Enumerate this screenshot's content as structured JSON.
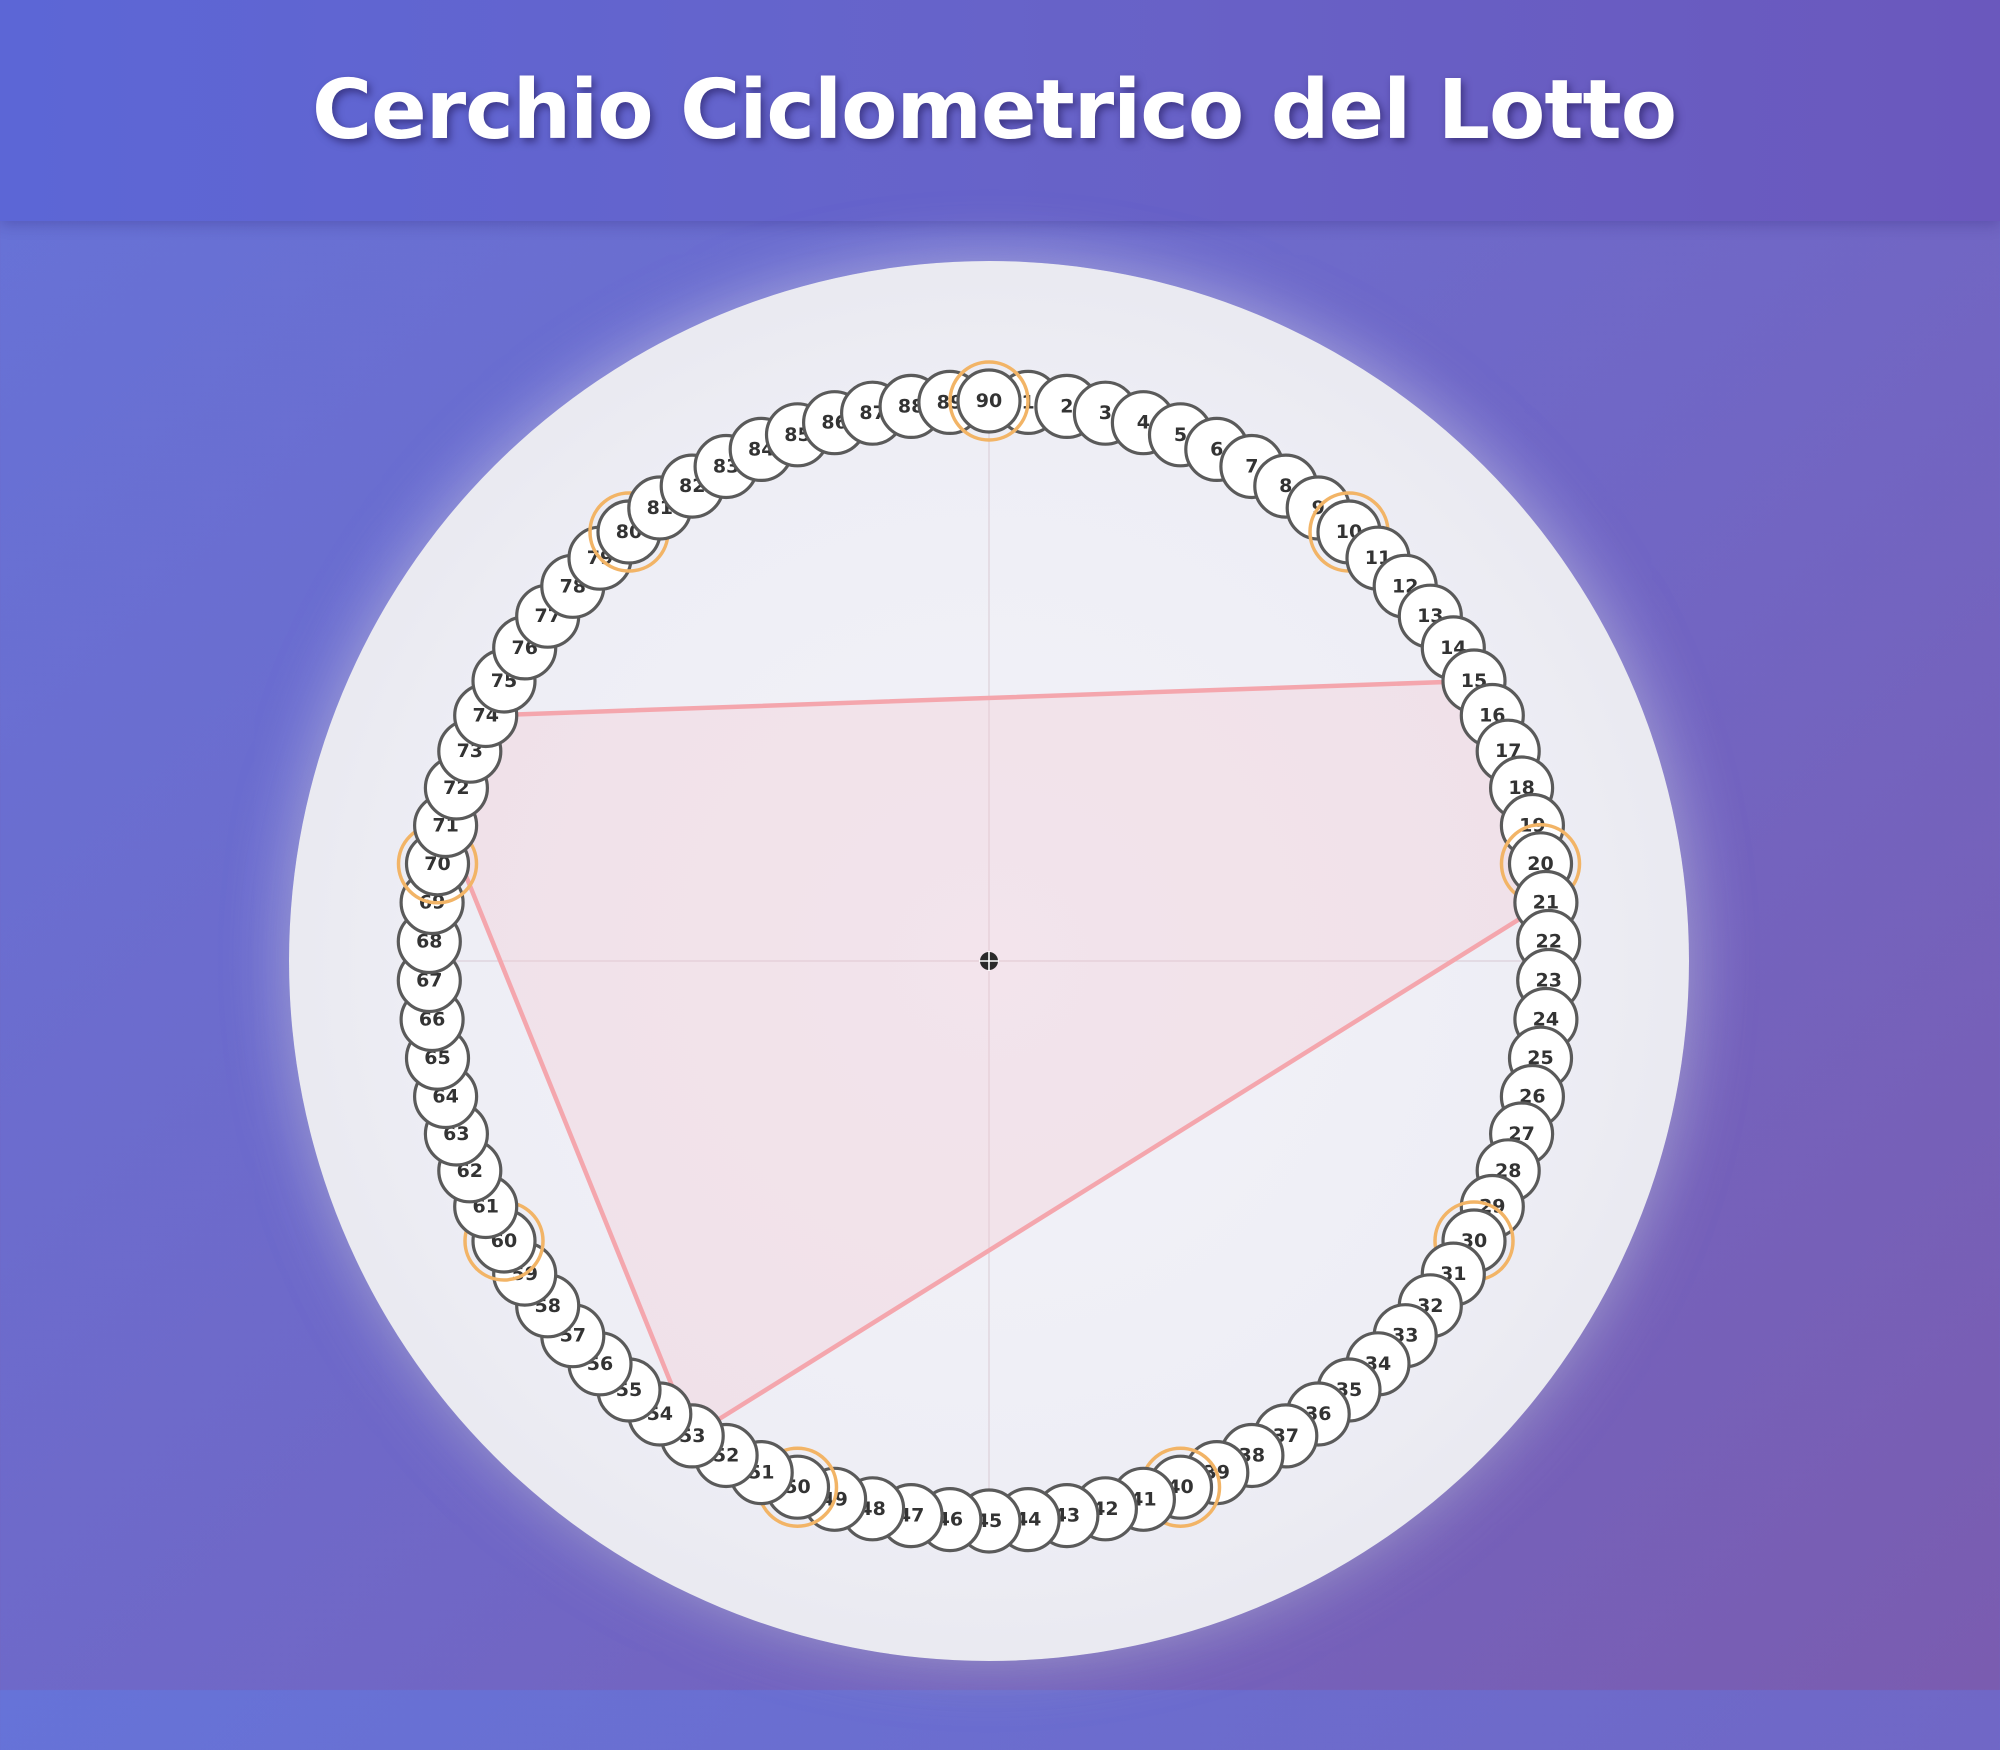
{
  "header": {
    "title": "Cerchio Ciclometrico del Lotto"
  },
  "wheel": {
    "numbers": [
      1,
      2,
      3,
      4,
      5,
      6,
      7,
      8,
      9,
      10,
      11,
      12,
      13,
      14,
      15,
      16,
      17,
      18,
      19,
      20,
      21,
      22,
      23,
      24,
      25,
      26,
      27,
      28,
      29,
      30,
      31,
      32,
      33,
      34,
      35,
      36,
      37,
      38,
      39,
      40,
      41,
      42,
      43,
      44,
      45,
      46,
      47,
      48,
      49,
      50,
      51,
      52,
      53,
      54,
      55,
      56,
      57,
      58,
      59,
      60,
      61,
      62,
      63,
      64,
      65,
      66,
      67,
      68,
      69,
      70,
      71,
      72,
      73,
      74,
      75,
      76,
      77,
      78,
      79,
      80,
      81,
      82,
      83,
      84,
      85,
      86,
      87,
      88,
      89,
      90
    ],
    "highlighted_numbers": [
      10,
      20,
      30,
      40,
      50,
      60,
      70,
      80,
      90
    ],
    "polygon_vertices": [
      15,
      21,
      53,
      71,
      74
    ],
    "colors": {
      "ball_fill": "#ffffff",
      "ball_stroke": "#5a5a5a",
      "ball_text": "#333333",
      "highlight_ring": "#f2b466",
      "polygon_stroke": "#f4a6ad",
      "polygon_fill": "#f6c8cf",
      "axis_line": "#d8cdd6",
      "center_marker": "#2a2a2a"
    }
  }
}
